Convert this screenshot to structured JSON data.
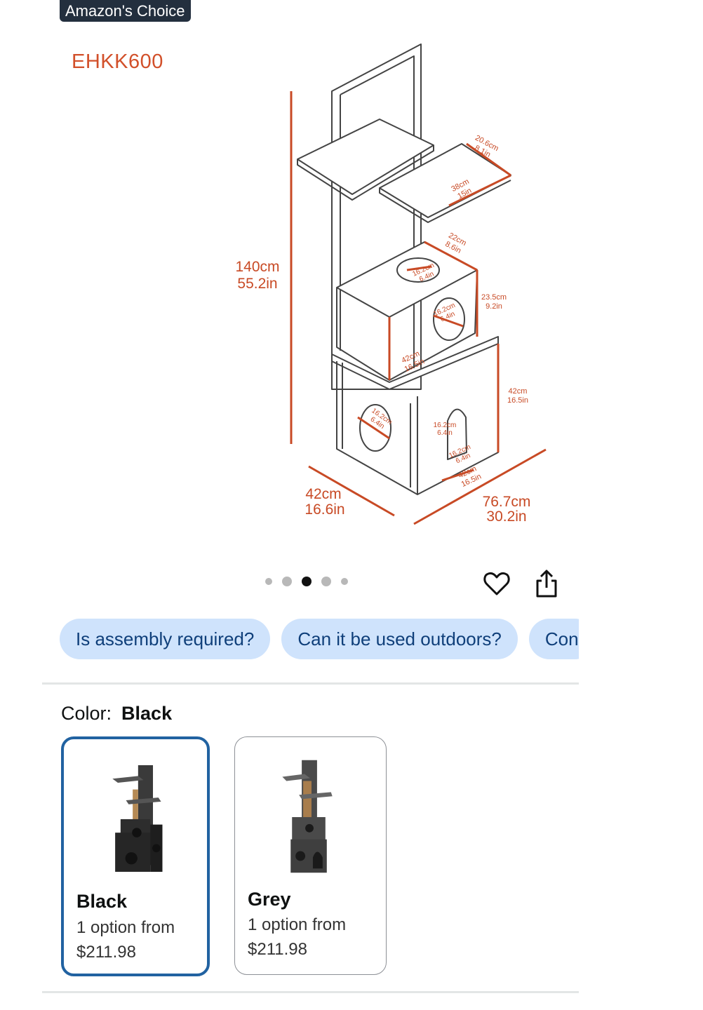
{
  "badge": "Amazon's Choice",
  "model": "EHKK600",
  "dimensions": {
    "height_cm": "140cm",
    "height_in": "55.2in",
    "depth_cm": "42cm",
    "depth_in": "16.6in",
    "width_cm": "76.7cm",
    "width_in": "30.2in",
    "shelf_a_cm": "20.6cm",
    "shelf_a_in": "8.1in",
    "shelf_b_cm": "38cm",
    "shelf_b_in": "15in",
    "box_top_cm": "22cm",
    "box_top_in": "8.6in",
    "upper_hole_top_cm": "16.2cm",
    "upper_hole_top_in": "6.4in",
    "upper_box_h_cm": "23.5cm",
    "upper_box_h_in": "9.2in",
    "upper_hole_front_cm": "16.2cm",
    "upper_hole_front_in": "6.4in",
    "upper_box_d_cm": "42cm",
    "upper_box_d_in": "16.5in",
    "lower_box_h_cm": "42cm",
    "lower_box_h_in": "16.5in",
    "side_hole_cm": "16.2cm",
    "side_hole_in": "6.4in",
    "door_h_cm": "16.2cm",
    "door_h_in": "6.4in",
    "door_w_cm": "16.2cm",
    "door_w_in": "6.4in",
    "lower_box_w_cm": "42cm",
    "lower_box_w_in": "16.5in"
  },
  "carousel": {
    "count": 5,
    "active_index": 2
  },
  "chips": [
    "Is assembly required?",
    "Can it be used outdoors?",
    "Con"
  ],
  "color": {
    "label": "Color:",
    "selected": "Black",
    "options": [
      {
        "name": "Black",
        "line1": "1 option from",
        "price": "$211.98",
        "selected": true
      },
      {
        "name": "Grey",
        "line1": "1 option from",
        "price": "$211.98",
        "selected": false
      }
    ]
  },
  "colors": {
    "accent": "#d2502a",
    "chip_bg": "#cfe3fc",
    "chip_text": "#0f3f7a",
    "selected_border": "#2162a1"
  },
  "icons": {
    "favorite": "heart-icon",
    "share": "share-icon"
  }
}
